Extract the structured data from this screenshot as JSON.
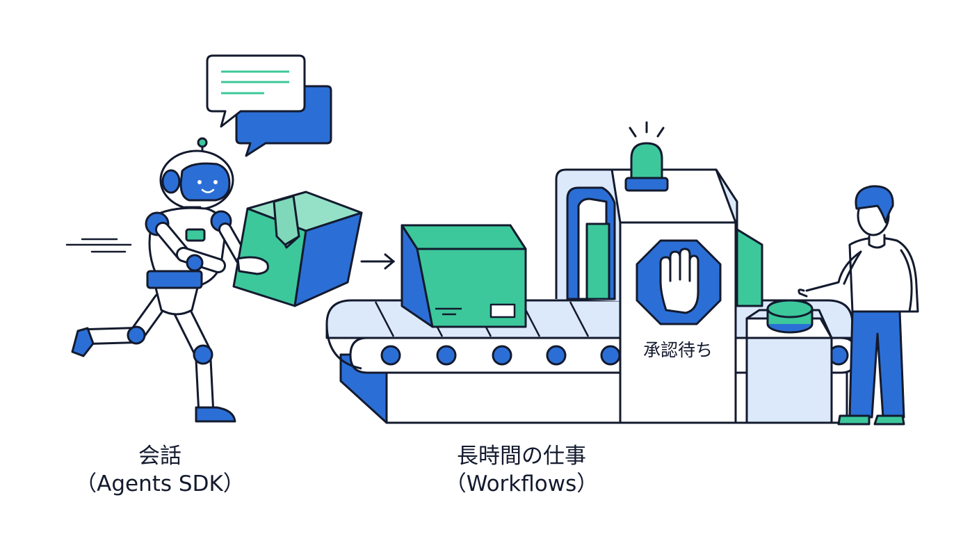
{
  "labels": {
    "left_line1": "会話",
    "left_line2": "（Agents SDK）",
    "right_line1": "長時間の仕事",
    "right_line2": "（Workflows）",
    "machine_sign": "承認待ち"
  },
  "colors": {
    "outline": "#131a2e",
    "blue": "#2b6fd6",
    "green": "#3cc89b",
    "light_blue": "#dce9fb",
    "white": "#ffffff"
  },
  "icons": [
    "chat-bubbles-icon",
    "robot-icon",
    "package-icon",
    "arrow-right-icon",
    "conveyor-belt-icon",
    "alarm-light-icon",
    "stop-hand-icon",
    "approval-button-icon",
    "person-icon"
  ]
}
